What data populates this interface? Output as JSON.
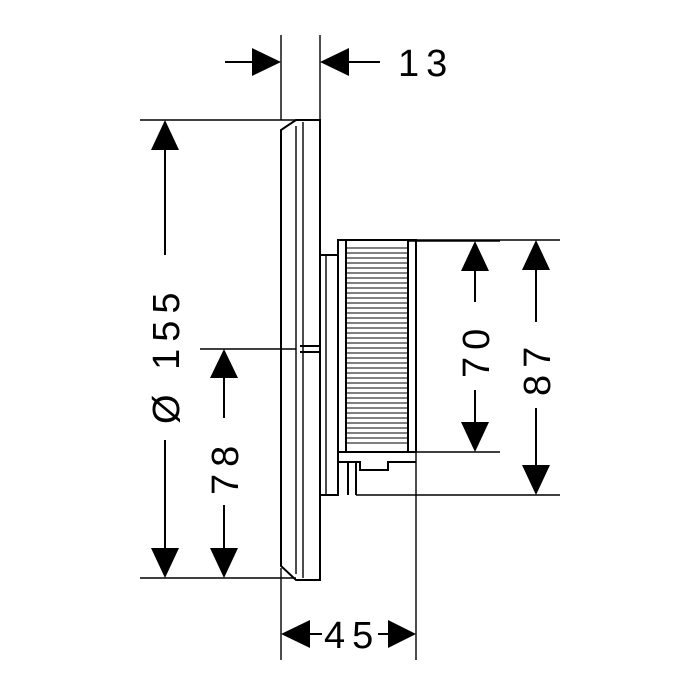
{
  "drawing": {
    "background": "#ffffff",
    "line_color": "#000000"
  },
  "dimensions": {
    "thickness": "13",
    "diameter": "Ø 155",
    "center_height": "78",
    "knob_height": "70",
    "total_height": "87",
    "depth": "45"
  }
}
